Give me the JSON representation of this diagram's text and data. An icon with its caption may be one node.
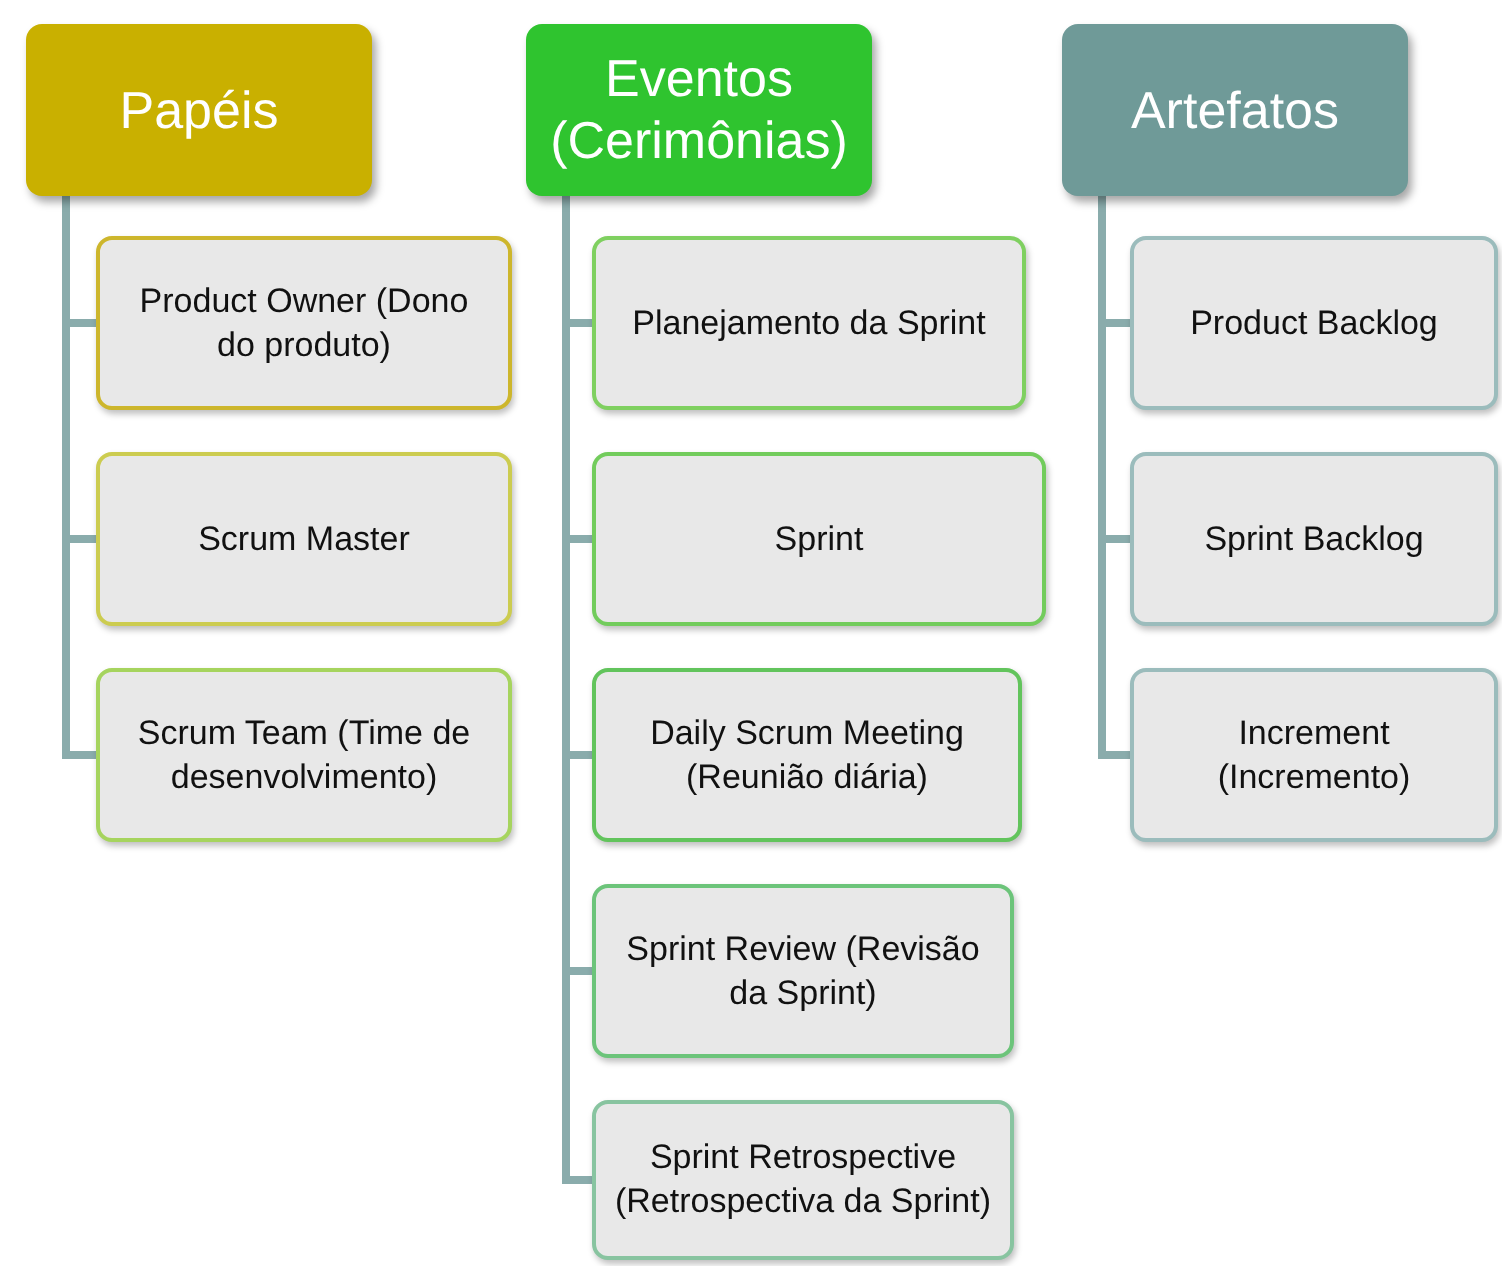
{
  "diagram": {
    "nodes": [
      {
        "text": [
          "Papéis"
        ]
      },
      {
        "text": [
          "Product Owner (Dono do produto)"
        ]
      },
      {
        "text": [
          "Scrum Master"
        ]
      },
      {
        "text": [
          "Scrum Team (Time de desenvolvimento)"
        ]
      },
      {
        "text": [
          "Eventos (Cerimônias)"
        ]
      },
      {
        "text": [
          "Planejamento da Sprint"
        ]
      },
      {
        "text": [
          "Sprint"
        ]
      },
      {
        "text": [
          "Daily Scrum Meeting (Reunião diária)"
        ]
      },
      {
        "text": [
          "Sprint Review (Revisão da Sprint)"
        ]
      },
      {
        "text": [
          "Sprint Retrospective (Retrospectiva da Sprint)"
        ]
      },
      {
        "text": [
          "Artefatos"
        ]
      },
      {
        "text": [
          "Product Backlog"
        ]
      },
      {
        "text": [
          "Sprint Backlog"
        ]
      },
      {
        "text": [
          "Increment (Incremento)"
        ]
      }
    ],
    "edges": [
      {
        "from": 0,
        "to": 1,
        "arrow": "none"
      },
      {
        "from": 0,
        "to": 2,
        "arrow": "none"
      },
      {
        "from": 0,
        "to": 3,
        "arrow": "none"
      },
      {
        "from": 4,
        "to": 5,
        "arrow": "none"
      },
      {
        "from": 4,
        "to": 6,
        "arrow": "none"
      },
      {
        "from": 4,
        "to": 7,
        "arrow": "none"
      },
      {
        "from": 4,
        "to": 8,
        "arrow": "none"
      },
      {
        "from": 4,
        "to": 9,
        "arrow": "none"
      },
      {
        "from": 10,
        "to": 11,
        "arrow": "none"
      },
      {
        "from": 10,
        "to": 12,
        "arrow": "none"
      },
      {
        "from": 10,
        "to": 13,
        "arrow": "none"
      }
    ]
  }
}
